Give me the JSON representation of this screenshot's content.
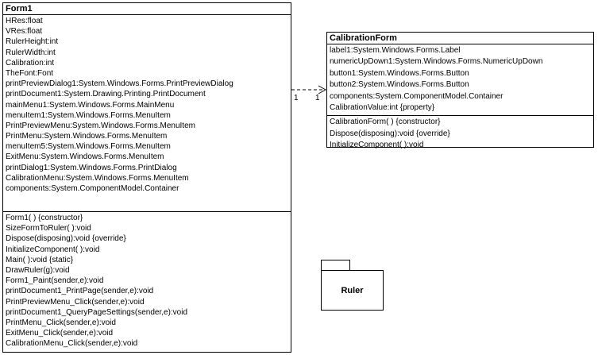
{
  "form1": {
    "name": "Form1",
    "attributes": [
      "HRes:float",
      "VRes:float",
      "RulerHeight:int",
      "RulerWidth:int",
      "Calibration:int",
      "TheFont:Font",
      "printPreviewDialog1:System.Windows.Forms.PrintPreviewDialog",
      "printDocument1:System.Drawing.Printing.PrintDocument",
      "mainMenu1:System.Windows.Forms.MainMenu",
      "menuItem1:System.Windows.Forms.MenuItem",
      "PrintPreviewMenu:System.Windows.Forms.MenuItem",
      "PrintMenu:System.Windows.Forms.MenuItem",
      "menuItem5:System.Windows.Forms.MenuItem",
      "ExitMenu:System.Windows.Forms.MenuItem",
      "printDialog1:System.Windows.Forms.PrintDialog",
      "CalibrationMenu:System.Windows.Forms.MenuItem",
      "components:System.ComponentModel.Container"
    ],
    "operations": [
      "Form1( ) {constructor}",
      "SizeFormToRuler( ):void",
      "Dispose(disposing):void {override}",
      "InitializeComponent( ):void",
      "Main( ):void {static}",
      "DrawRuler(g):void",
      "Form1_Paint(sender,e):void",
      "printDocument1_PrintPage(sender,e):void",
      "PrintPreviewMenu_Click(sender,e):void",
      "printDocument1_QueryPageSettings(sender,e):void",
      "PrintMenu_Click(sender,e):void",
      "ExitMenu_Click(sender,e):void",
      "CalibrationMenu_Click(sender,e):void"
    ]
  },
  "calibration_form": {
    "name": "CalibrationForm",
    "attributes": [
      "label1:System.Windows.Forms.Label",
      "numericUpDown1:System.Windows.Forms.NumericUpDown",
      "button1:System.Windows.Forms.Button",
      "button2:System.Windows.Forms.Button",
      "components:System.ComponentModel.Container",
      "CalibrationValue:int {property}"
    ],
    "operations": [
      "CalibrationForm( ) {constructor}",
      "Dispose(disposing):void {override}",
      "InitializeComponent( ):void"
    ]
  },
  "package": {
    "name": "Ruler"
  },
  "association": {
    "source_multiplicity": "1",
    "target_multiplicity": "1",
    "style": "dashed",
    "arrow": "open"
  }
}
